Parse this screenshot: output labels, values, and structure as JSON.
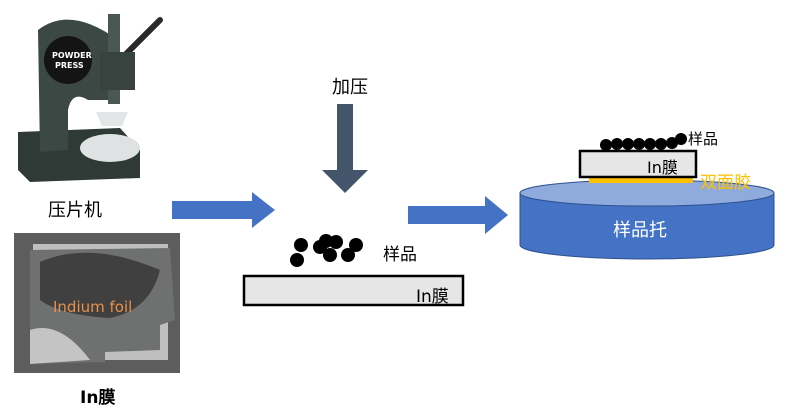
{
  "diagram": {
    "title": "",
    "press": {
      "label": "压片机",
      "brand_text": "POWDER PRESS"
    },
    "foil_photo": {
      "overlay_text": "Indium foil",
      "label": "In膜",
      "overlay_color": "#E8914A"
    },
    "step2": {
      "pressure_label": "加压",
      "sample_label": "样品",
      "film_label": "In膜"
    },
    "step3": {
      "sample_label": "样品",
      "film_label": "In膜",
      "tape_label": "双面胶",
      "holder_label": "样品托"
    },
    "colors": {
      "arrow_blue": "#4472C4",
      "arrow_dark": "#44546A",
      "tape_yellow": "#FFC000",
      "holder_top": "#8FAADC",
      "holder_body": "#4472C4",
      "film_fill": "#E6E6E6"
    }
  }
}
